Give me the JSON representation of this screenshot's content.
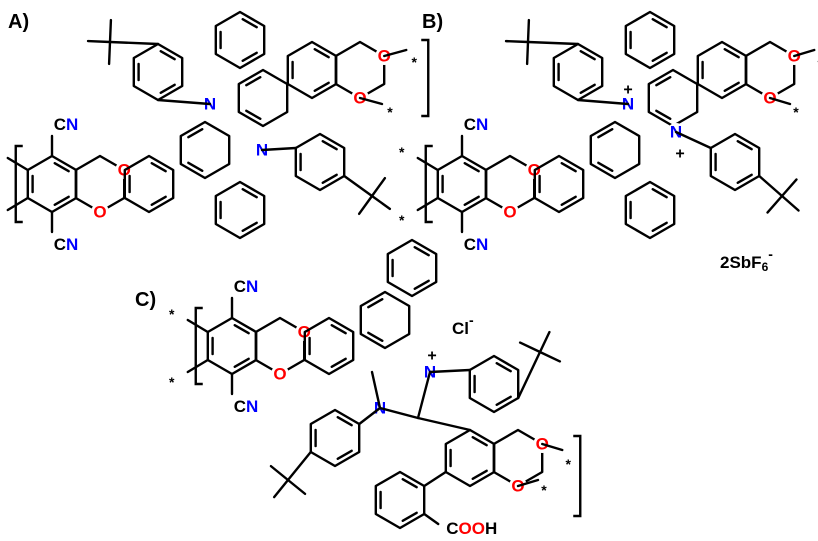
{
  "colors": {
    "bond": "#000000",
    "oxygen": "#ff0000",
    "nitrogen": "#0000ff",
    "cyano_n": "#0000ff"
  },
  "panels": [
    "A)",
    "B)",
    "C)"
  ],
  "atoms": {
    "O": "O",
    "N": "N",
    "C": "C",
    "H": "H",
    "star": "*",
    "plus": "+"
  },
  "counter_ions": {
    "b_ion": "2SbF",
    "b_sub": "6",
    "b_sup": "-",
    "c_ion": "Cl",
    "c_sup": "-"
  }
}
